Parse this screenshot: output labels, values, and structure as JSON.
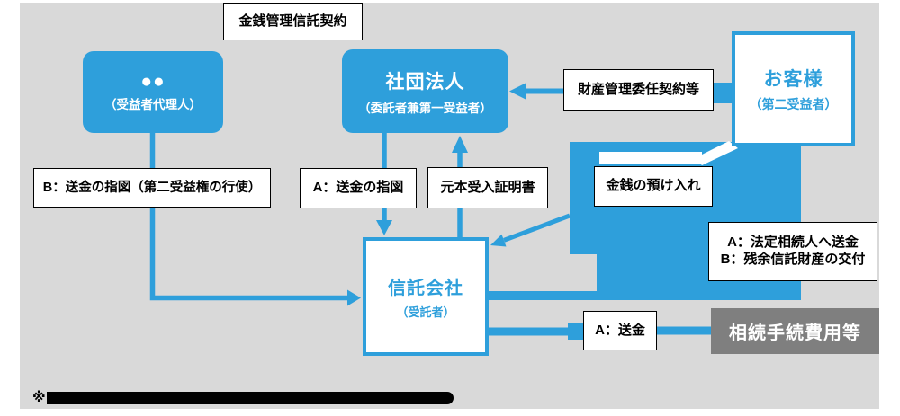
{
  "palette": {
    "accent_blue": "#2e9fdb",
    "canvas_gray": "#d9d9d9",
    "expense_gray": "#7f7f7f",
    "label_border": "#000000"
  },
  "top_label": "金銭管理信託契約",
  "boxes": {
    "agent": {
      "title": "●●",
      "subtitle": "（受益者代理人）"
    },
    "association": {
      "title": "社団法人",
      "subtitle": "（委託者兼第一受益者）"
    },
    "customer": {
      "title": "お客様",
      "subtitle": "（第二受益者）"
    },
    "trust": {
      "title": "信託会社",
      "subtitle": "（受託者）"
    },
    "heirs": {
      "line1": "A：法定相続人へ送金",
      "line2": "B：残余信託財産の交付"
    },
    "expense": {
      "label": "相続手続費用等"
    }
  },
  "flow_labels": {
    "b_instruction": "B：送金の指図（第二受益権の行使）",
    "a_instruction": "A：送金の指図",
    "principal_receipt": "元本受入証明書",
    "property_mgmt": "財産管理委任契約等",
    "deposit": "金銭の預け入れ",
    "a_remit": "A：送金"
  },
  "footnote": {
    "marker": "※"
  }
}
